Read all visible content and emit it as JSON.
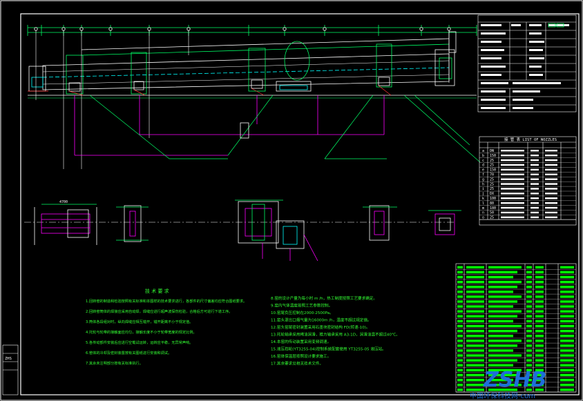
{
  "colors": {
    "background": "#000000",
    "frame": "#ffffff",
    "kiln": "#ffffff",
    "dimension": "#00ff66",
    "leader": "#ff00ff",
    "accent_cyan": "#00ffff",
    "accent_yellow": "#ffff00",
    "accent_red": "#ff3333",
    "table_green": "#00ff00",
    "text_green": "#33ff33",
    "watermark_blue": "#1e6fd9"
  },
  "dimensions": {
    "width_label": "4700"
  },
  "nozzle_table": {
    "title": "接 管 表   LIST OF NOZZLES",
    "rows": [
      {
        "no": "a",
        "size": "DN"
      },
      {
        "no": "b",
        "size": "150"
      },
      {
        "no": "c",
        "size": "25"
      },
      {
        "no": "d",
        "size": "25"
      },
      {
        "no": "e",
        "size": "150"
      },
      {
        "no": "f",
        "size": "70"
      },
      {
        "no": "g",
        "size": "25"
      },
      {
        "no": "h",
        "size": "25"
      },
      {
        "no": "i",
        "size": "25"
      },
      {
        "no": "j",
        "size": "DX"
      },
      {
        "no": "k",
        "size": "100"
      },
      {
        "no": "l",
        "size": "80"
      },
      {
        "no": "m",
        "size": "180"
      },
      {
        "no": "n",
        "size": "50"
      },
      {
        "no": "o",
        "size": "25"
      }
    ]
  },
  "technical": {
    "heading": "技 术 要 求",
    "lines": [
      "1.回转窑的制造和检验按照有关标准和本图样的技术要求进行，各部件的尺寸偏差均应符合图纸要求。",
      "2.回转窑筒体的焊接应采用自动焊，焊缝应进行超声波探伤检验，合格后方可进行下道工序。",
      "3.筒体各段组对时，纵向焊缝应相互错开，错开距离不小于规定值。",
      "4.托轮与轮带的接触面应均匀，接触长度不小于轮带宽度的规定比例。",
      "5.各传动部件安装后应进行空载试运转，运转应平稳，无异常声响。",
      "6.窑体的冷却及密封装置按有关图纸进行安装和调试。",
      "7.其余未注明部分按有关标准执行。"
    ],
    "right_lines": [
      "8.窑的设计产量为每小时 m /h，热工制度按照工艺要求确定。",
      "9.窑内气体温度按照工艺参数控制。",
      "10.窑尾负压控制在2000-2500Pa。",
      "11.窑头罩出口烟气量为16000m  /h，温度不超过规定值。",
      "12.窑头窑尾密封装置采用石墨块密封结构 FD(转速-10)。",
      "13.托轮轴承采用稀油润滑，推力轴承采用 A3-1D，润滑油温不超过40℃。",
      "14.本窑的传动装置采用变频调速。",
      "15.液压挡轮(YT3255-04)控制系统配套使用 YT3255-05 液压站。",
      "16.窑体保温层按照设计要求施工。",
      "17.其余要求见相关技术文件。"
    ]
  },
  "title_block": {
    "stamp": "ZHS"
  },
  "watermark": {
    "logo": "ZSHB",
    "site": "中国环保科技网-com"
  }
}
